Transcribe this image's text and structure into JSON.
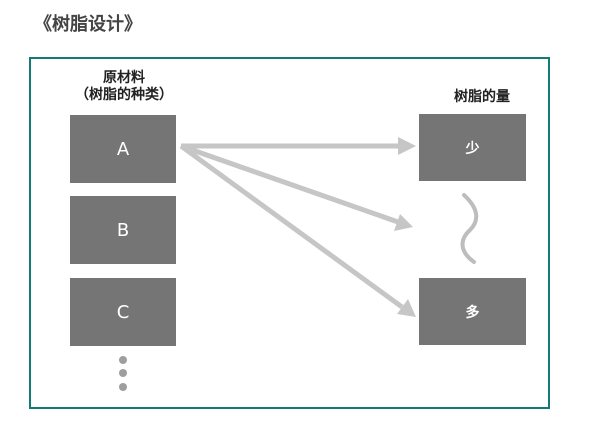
{
  "title": "《树脂设计》",
  "headers": {
    "materials_line1": "原材料",
    "materials_line2": "（树脂的种类）",
    "amount": "树脂的量"
  },
  "materials": [
    "A",
    "B",
    "C"
  ],
  "amounts": {
    "few": "少",
    "many": "多"
  },
  "colors": {
    "frame": "#147a73",
    "box": "#757575",
    "arrow": "#c6c6c6",
    "dots": "#9e9e9e"
  }
}
